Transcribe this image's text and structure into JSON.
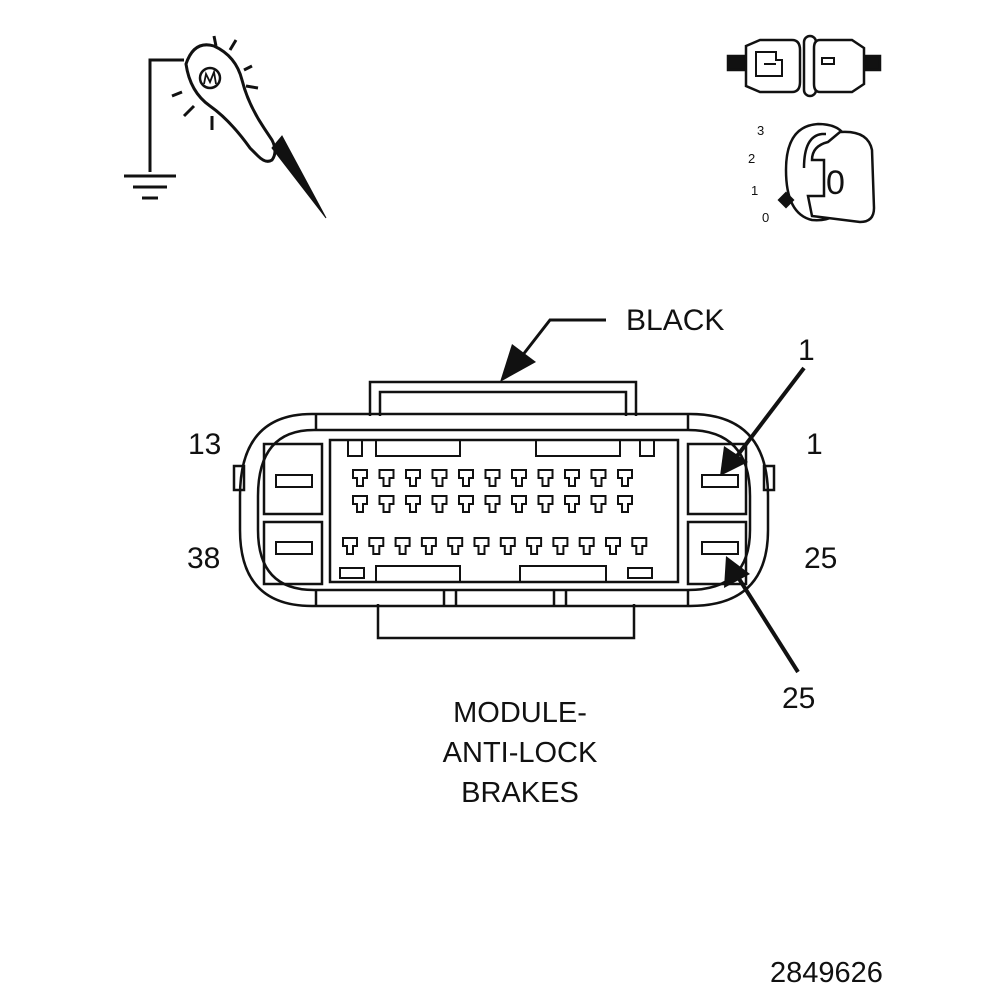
{
  "colors": {
    "ink": "#111111",
    "paper": "#ffffff"
  },
  "icons": {
    "test_light": "test-light-probe-icon",
    "ground": "ground-symbol-icon",
    "connector_disconnect": "disconnected-connector-icon",
    "ignition": "ignition-key-icon"
  },
  "ignition": {
    "positions": [
      "3",
      "2",
      "1",
      "0"
    ],
    "key_label": "0"
  },
  "connector": {
    "color_label": "BLACK",
    "upper_left_pin": "13",
    "upper_right_pin": "1",
    "lower_left_pin": "38",
    "lower_right_pin": "25",
    "callout_top": "1",
    "callout_bottom": "25"
  },
  "title": {
    "line1": "MODULE-",
    "line2": "ANTI-LOCK",
    "line3": "BRAKES"
  },
  "figure_number": "2849626"
}
